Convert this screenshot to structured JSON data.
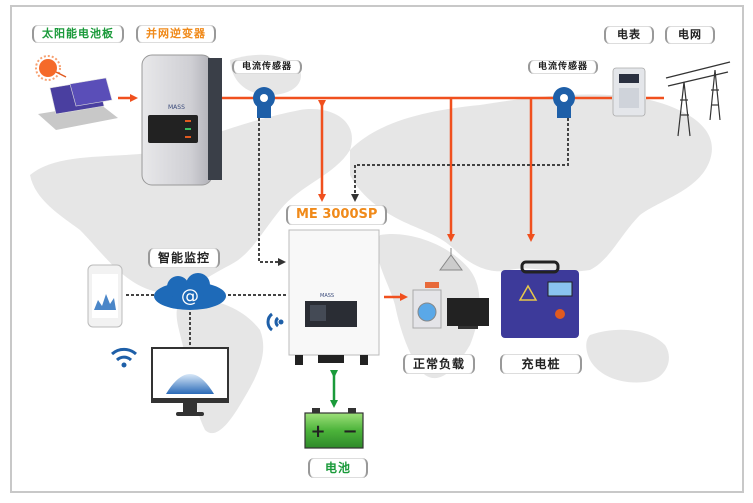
{
  "diagram": {
    "title": "Solar hybrid energy storage system diagram",
    "labels": {
      "solar_panel": "太阳能电池板",
      "grid_inverter": "并网逆变器",
      "current_sensor_left": "电流传感器",
      "current_sensor_right": "电流传感器",
      "meter": "电表",
      "grid": "电网",
      "model": "ME 3000SP",
      "monitoring": "智能监控",
      "normal_load": "正常负载",
      "charging_pile": "充电桩",
      "battery": "电池"
    },
    "cloud_symbol": "@",
    "battery_symbols": {
      "plus": "+",
      "minus": "−"
    },
    "colors": {
      "power_line": "#f0501e",
      "signal_line": "#444444",
      "battery_link": "#1a9a3a",
      "label_green": "#1a9a3a",
      "label_orange": "#f08a1a",
      "map": "#e6e6e6",
      "sensor_blue": "#1e5fa8",
      "frame": "#c8c8c8"
    }
  }
}
